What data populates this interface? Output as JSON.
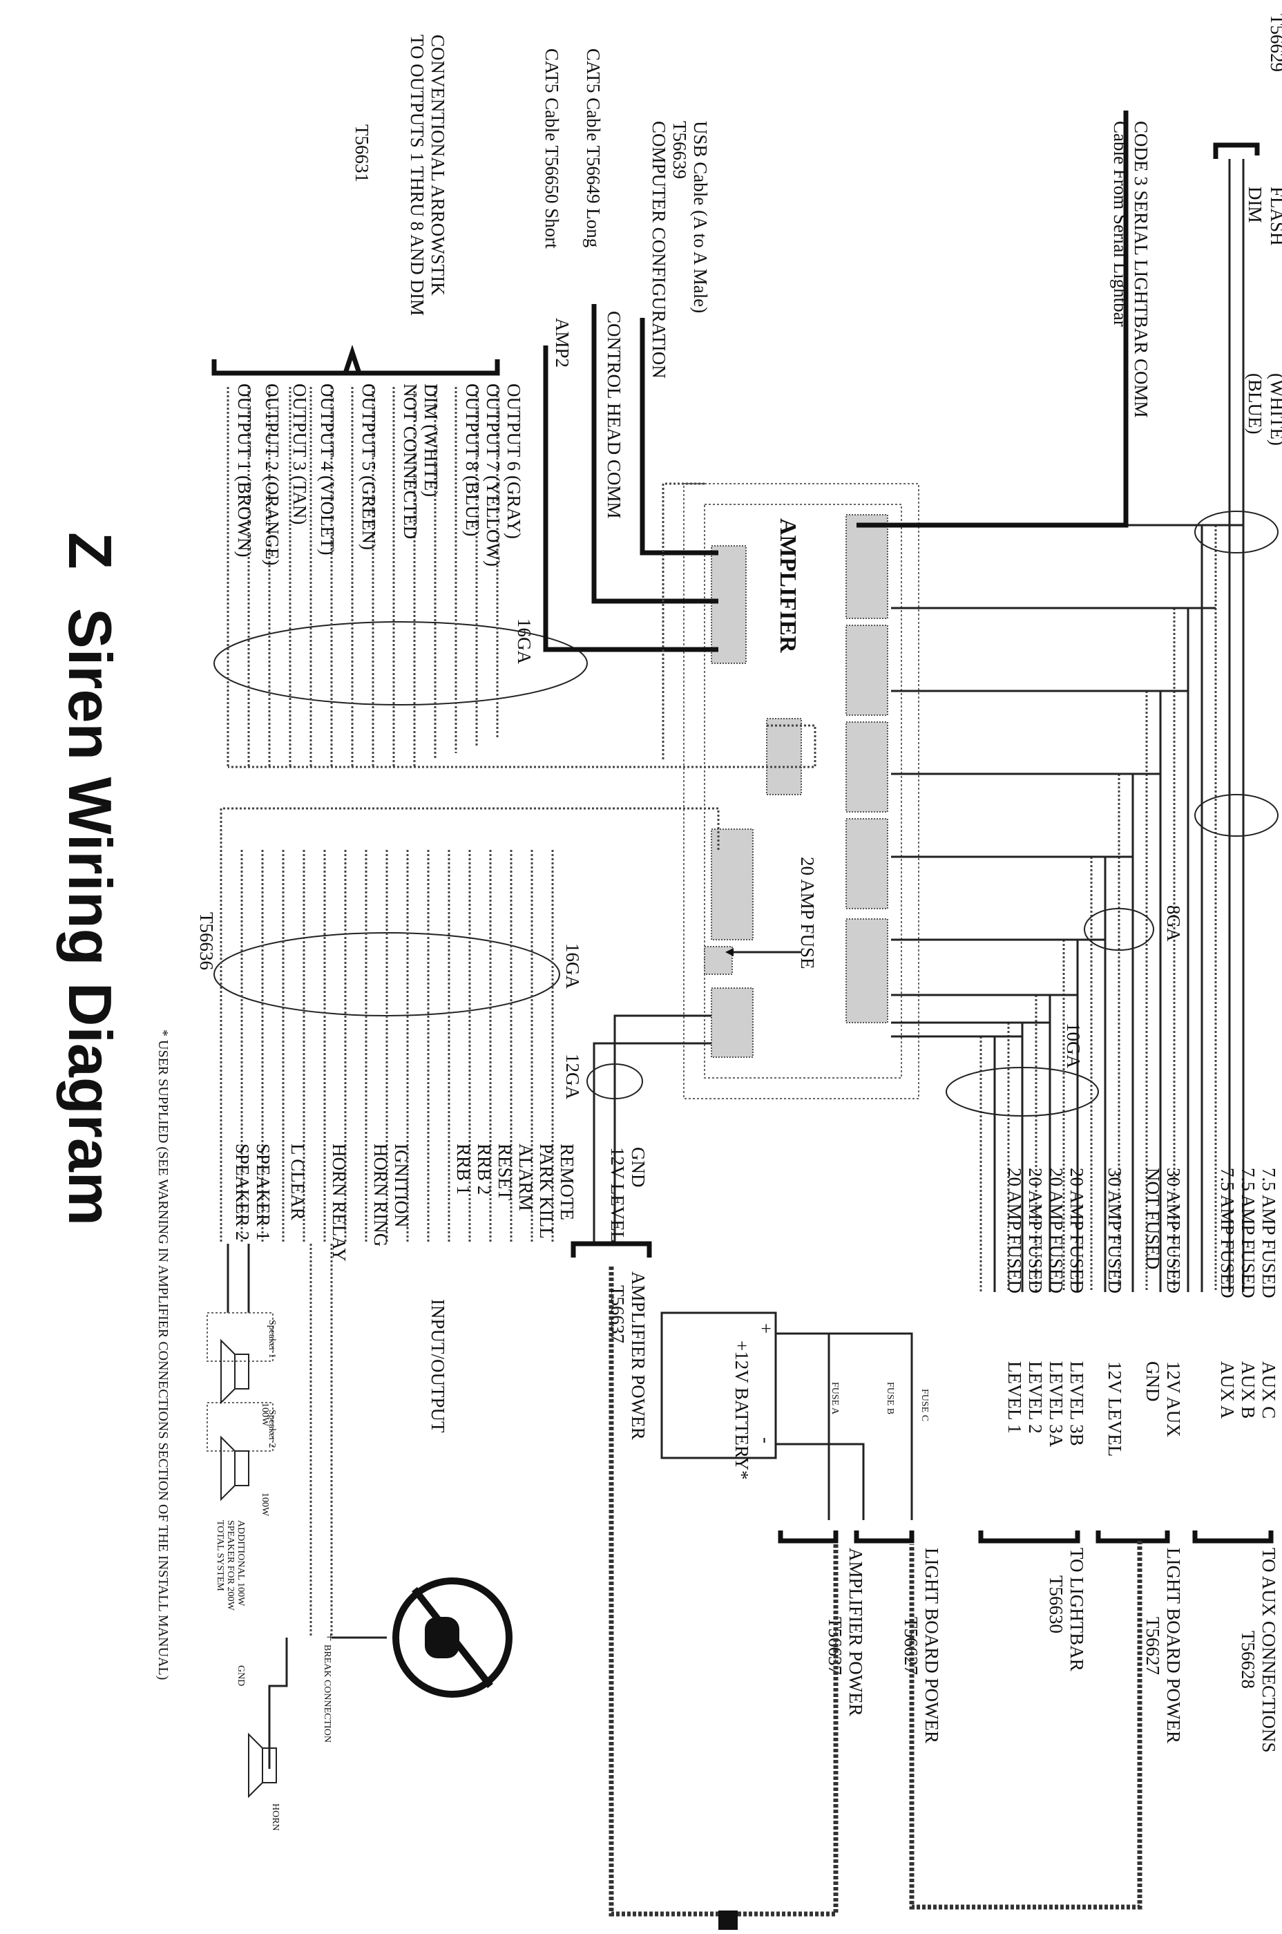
{
  "title": "Siren Wiring Diagram",
  "logo_letter": "Z",
  "amplifier_label": "AMPLIFIER",
  "fuse_label": "20 AMP FUSE",
  "page_marker_square": true,
  "part_numbers": {
    "top_right": "T56629",
    "serial_cable": "T56639",
    "arrowstik": "T56631",
    "io_harness": "T56636",
    "amp_power_left": "T56637",
    "aux": "T56628",
    "light_board": "T56627",
    "lightbar": "T56630",
    "light_board_power": "T56627",
    "amplifier_power": "T56637"
  },
  "top_labels": {
    "flash": "FLASH",
    "white": "(WHITE)",
    "dim": "DIM",
    "blue": "(BLUE)"
  },
  "left_labels": {
    "code3_comm": "CODE 3 SERIAL LIGHTBAR COMM",
    "code3_cable": "Cable From Serial Lightbar",
    "usb_cable": "USB Cable (A to A Male)",
    "usb_part": "T56639",
    "computer_config": "COMPUTER CONFIGURATION",
    "cat5_long": "CAT5 Cable T56649 Long",
    "control_head": "CONTROL HEAD COMM",
    "cat5_short": "CAT5 Cable T56650 Short",
    "amp2": "AMP2",
    "arrowstik_1": "CONVENTIONAL ARROWSTIK",
    "arrowstik_2": "TO OUTPUTS 1 THRU 8 AND DIM",
    "arrowstik_part": "T56631"
  },
  "outputs": [
    "OUTPUT 6  (GRAY)",
    "OUTPUT 7  (YELLOW)",
    "OUTPUT 8  (BLUE)",
    "DIM          (WHITE)",
    "NOT CONNECTED",
    "OUTPUT 5  (GREEN)",
    "OUTPUT 4  (VIOLET)",
    "OUTPUT 3  (TAN)",
    "OUTPUT 2  (ORANGE)",
    "OUTPUT 1  (BROWN)"
  ],
  "gauges": {
    "outputs_16ga": "16GA",
    "io_16ga": "16GA",
    "power_12ga": "12GA",
    "lightbar_10ga": "10GA",
    "main_8ga": "8GA"
  },
  "io_signals": [
    "REMOTE",
    "PARK KILL",
    "ALARM",
    "RESET",
    "RRB 2",
    "RRB 1",
    "IGNITION",
    "HORN RING",
    "HORN RELAY",
    "L CLEAR",
    "SPEAKER 1",
    "SPEAKER 2"
  ],
  "amp_power_wires": [
    "GND",
    "12V LEVEL"
  ],
  "amp_power_label": "AMPLIFIER POWER",
  "input_output_label": "INPUT/OUTPUT",
  "right_fuses": [
    {
      "fuse": "7.5 AMP FUSED",
      "signal": "AUX C"
    },
    {
      "fuse": "7.5 AMP FUSED",
      "signal": "AUX B"
    },
    {
      "fuse": "7.5 AMP FUSED",
      "signal": "AUX A"
    },
    {
      "fuse": "30 AMP FUSED",
      "signal": "12V AUX"
    },
    {
      "fuse": "NOT FUSED",
      "signal": "GND"
    },
    {
      "fuse": "30 AMP FUSED",
      "signal": "12V LEVEL"
    },
    {
      "fuse": "20 AMP FUSED",
      "signal": "LEVEL 3B"
    },
    {
      "fuse": "20 AMP FUSED",
      "signal": "LEVEL 3A"
    },
    {
      "fuse": "20 AMP FUSED",
      "signal": "LEVEL 2"
    },
    {
      "fuse": "20 AMP FUSED",
      "signal": "LEVEL 1"
    }
  ],
  "battery": {
    "label": "+12V BATTERY*",
    "plus": "+",
    "minus": "-",
    "fuse_a": "FUSE A",
    "fuse_b": "FUSE B",
    "fuse_c": "FUSE C"
  },
  "destinations": {
    "aux": "TO AUX CONNECTIONS",
    "light_board": "LIGHT BOARD POWER",
    "lightbar": "TO LIGHTBAR",
    "light_board_power": "LIGHT BOARD POWER",
    "amplifier_power": "AMPLIFIER POWER"
  },
  "speakers": {
    "speaker1": "Speaker 1",
    "speaker2": "Speaker 2",
    "watts1": "100W",
    "watts2": "100W",
    "note_1": "ADDITIONAL 100W",
    "note_2": "SPEAKER FOR 200W",
    "note_3": "TOTAL SYSTEM"
  },
  "horn": {
    "break": "BREAK CONNECTION",
    "gnd": "GND",
    "horn": "HORN"
  },
  "footnote": "* USER SUPPLIED (SEE WARNING IN AMPLIFIER CONNECTIONS SECTION OF THE INSTALL MANUAL)"
}
